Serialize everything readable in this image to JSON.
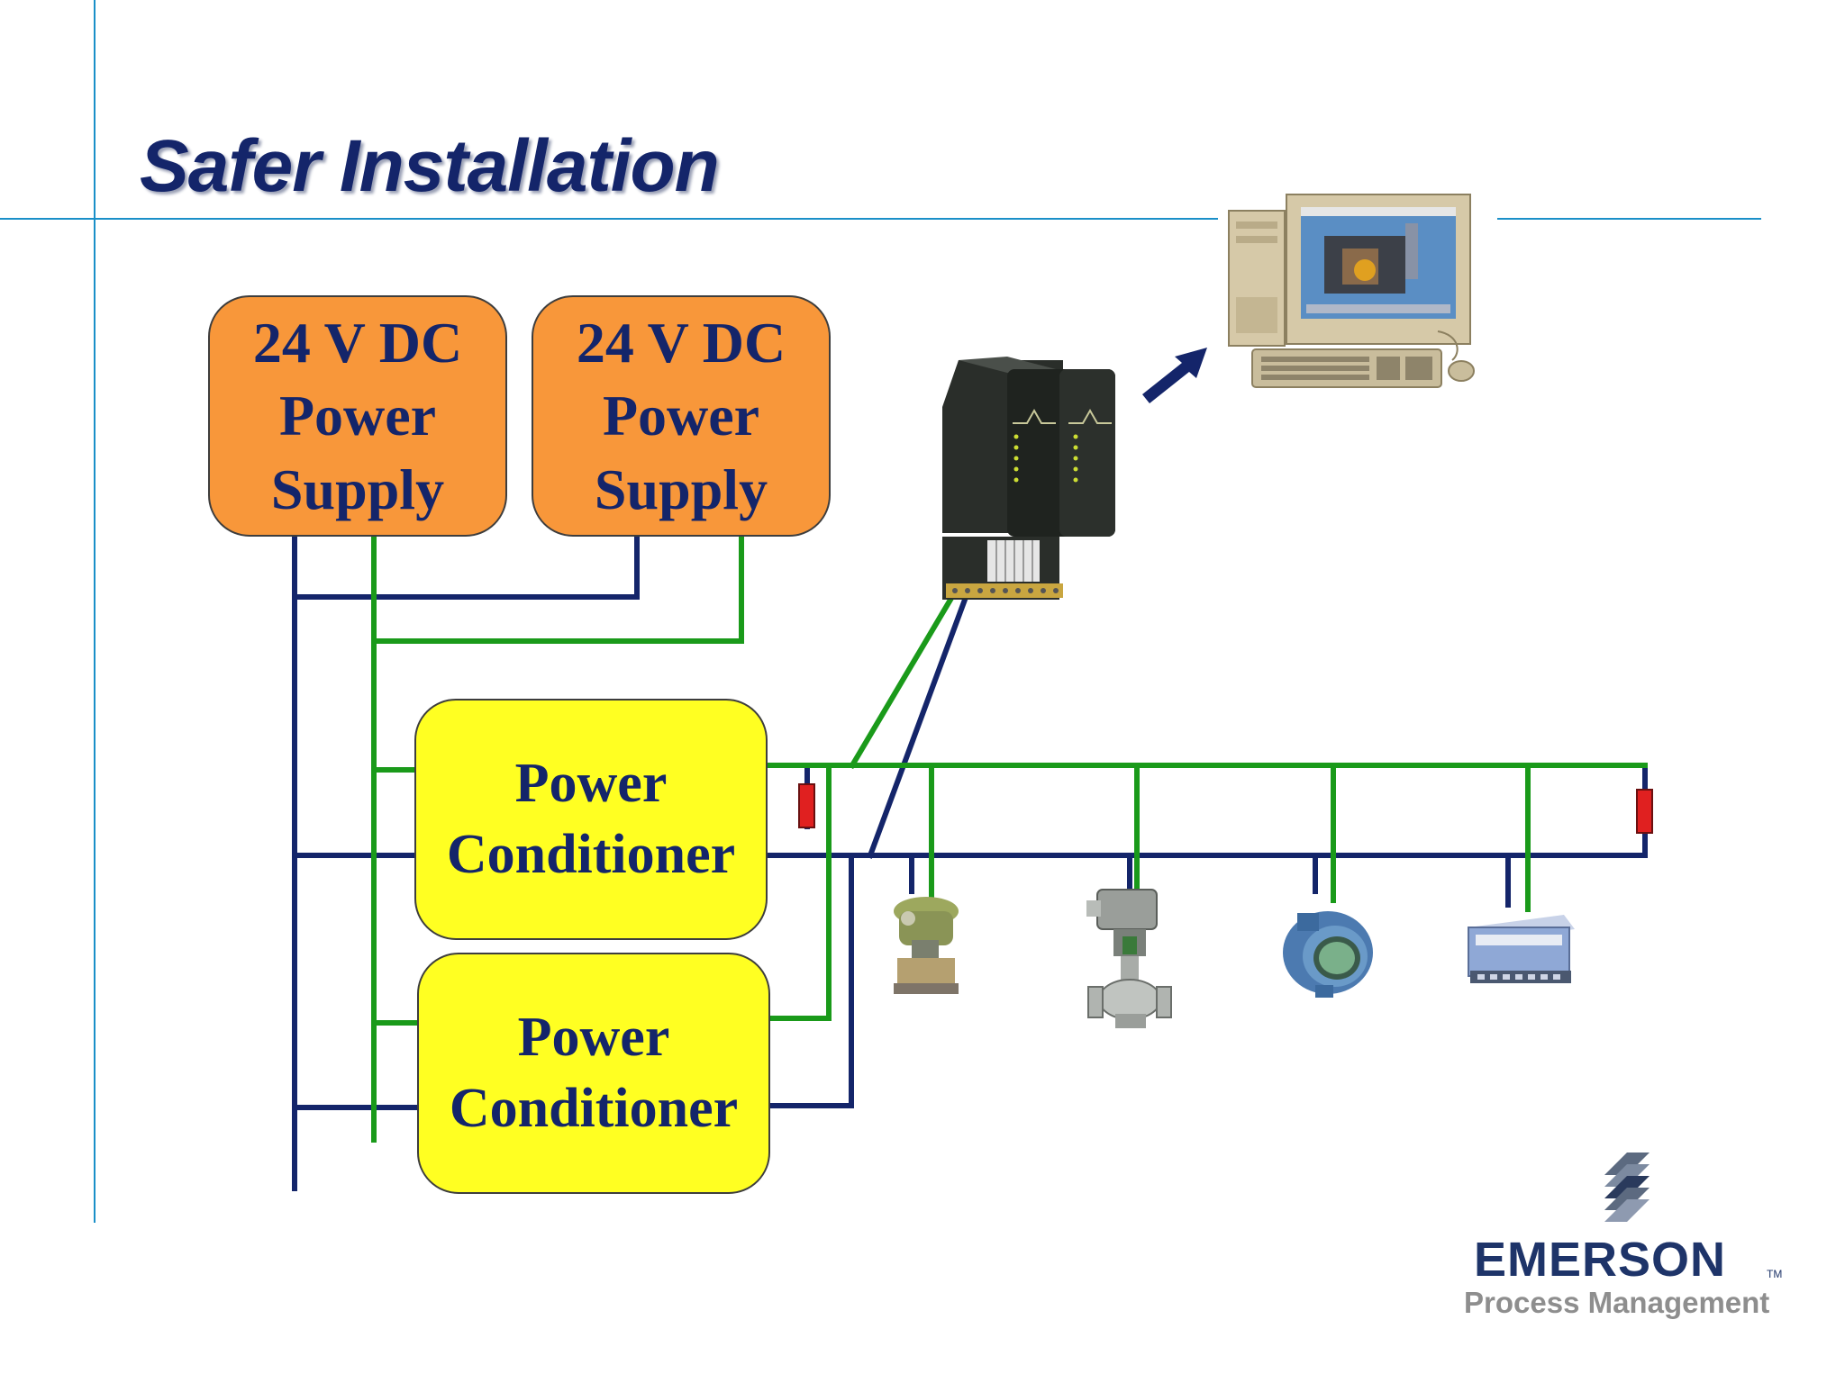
{
  "slide": {
    "title": "Safer Installation"
  },
  "power_supplies": [
    {
      "line1": "24 V DC",
      "line2": "Power",
      "line3": "Supply"
    },
    {
      "line1": "24 V DC",
      "line2": "Power",
      "line3": "Supply"
    }
  ],
  "power_conditioners": [
    {
      "line1": "Power",
      "line2": "Conditioner"
    },
    {
      "line1": "Power",
      "line2": "Conditioner"
    }
  ],
  "logo": {
    "name": "EMERSON",
    "subtitle": "Process Management"
  },
  "colors": {
    "title_text": "#14256a",
    "power_supply_fill": "#f8973a",
    "power_conditioner_fill": "#ffff22",
    "wire_navy": "#14256a",
    "wire_green": "#1a9a1a",
    "terminator_red": "#e02020",
    "accent_line": "#1a8fc8"
  },
  "devices": [
    {
      "icon": "controller-icon"
    },
    {
      "icon": "workstation-computer-icon"
    },
    {
      "icon": "pressure-transmitter-icon"
    },
    {
      "icon": "control-valve-icon"
    },
    {
      "icon": "temperature-transmitter-icon"
    },
    {
      "icon": "io-module-icon"
    }
  ]
}
